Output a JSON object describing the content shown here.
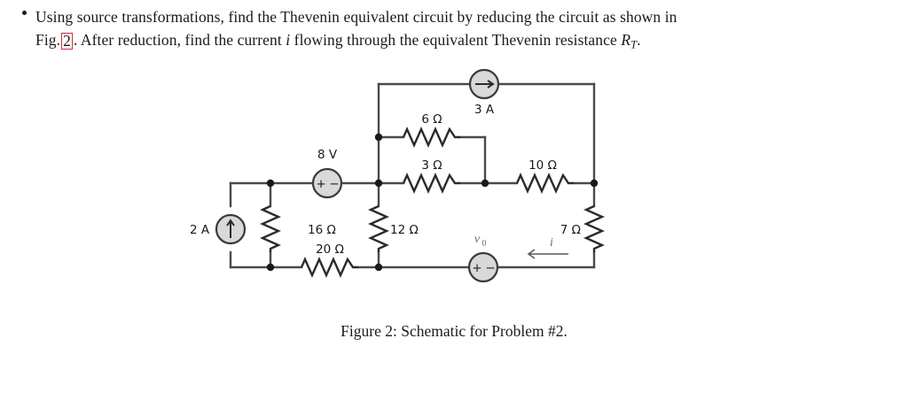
{
  "problem": {
    "bullet_marker": "•",
    "line1_a": "Using source transformations, find the Thevenin equivalent circuit by reducing the circuit as shown in",
    "line2_a": "Fig.",
    "line2_ref": "2",
    "line2_b": ". After reduction, find the current",
    "line2_italic_i": "i",
    "line2_c": "flowing through the equivalent Thevenin resistance",
    "line2_italic_r": "R",
    "line2_sub_t": "T",
    "line2_period": ".",
    "ref_box_color": "#d0283c"
  },
  "figure": {
    "caption": "Figure 2: Schematic for Problem #2.",
    "colors": {
      "wire": "#4a4a4a",
      "resistor": "#2b2b2b",
      "source_fill": "#d9d9d9",
      "source_stroke": "#3a3a3a",
      "node": "#1a1a1a",
      "annotation": "#6d6d6d"
    },
    "components": {
      "current_source_2a": {
        "label": "2 A",
        "arrow_direction": "up"
      },
      "current_source_3a": {
        "label": "3 A",
        "arrow_direction": "right"
      },
      "voltage_source_8v": {
        "label": "8 V",
        "plus": "+",
        "minus": "−"
      },
      "voltage_source_vo": {
        "label_symbol": "v",
        "label_subscript": "0",
        "plus": "+",
        "minus": "−"
      },
      "resistor_16": {
        "label": "16 Ω"
      },
      "resistor_20": {
        "label": "20 Ω"
      },
      "resistor_12": {
        "label": "12 Ω"
      },
      "resistor_6": {
        "label": "6 Ω"
      },
      "resistor_3": {
        "label": "3 Ω"
      },
      "resistor_10": {
        "label": "10 Ω"
      },
      "resistor_7": {
        "label": "7 Ω"
      },
      "current_arrow_i": {
        "label": "i",
        "direction": "left"
      }
    }
  }
}
